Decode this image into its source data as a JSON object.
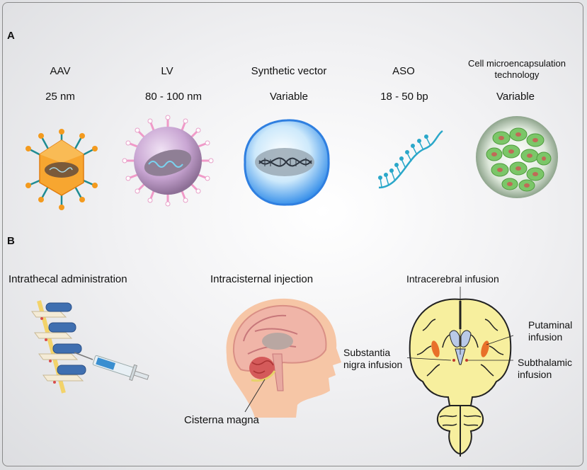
{
  "panel_a": {
    "letter": "A",
    "vectors": [
      {
        "name": "AAV",
        "size": "25 nm"
      },
      {
        "name": "LV",
        "size": "80 - 100 nm"
      },
      {
        "name": "Synthetic vector",
        "size": "Variable"
      },
      {
        "name": "ASO",
        "size": "18 - 50 bp"
      },
      {
        "name_line1": "Cell microencapsulation",
        "name_line2": "technology",
        "size": "Variable"
      }
    ]
  },
  "panel_b": {
    "letter": "B",
    "routes": [
      {
        "title": "Intrathecal administration"
      },
      {
        "title": "Intracisternal injection",
        "label": "Cisterna magna"
      },
      {
        "title": "Intracerebral infusion",
        "putaminal_1": "Putaminal",
        "putaminal_2": "infusion",
        "nigra_1": "Substantia",
        "nigra_2": "nigra infusion",
        "subthalamic_1": "Subthalamic",
        "subthalamic_2": "infusion"
      }
    ]
  },
  "colors": {
    "aav": "#f39a1e",
    "lv": "#c9a6d3",
    "synthetic": "#4aa3f0",
    "aso": "#2aa7c9",
    "cells": "#6dbb59",
    "brain": "#f7ef9e",
    "putamen": "#e8702a"
  }
}
